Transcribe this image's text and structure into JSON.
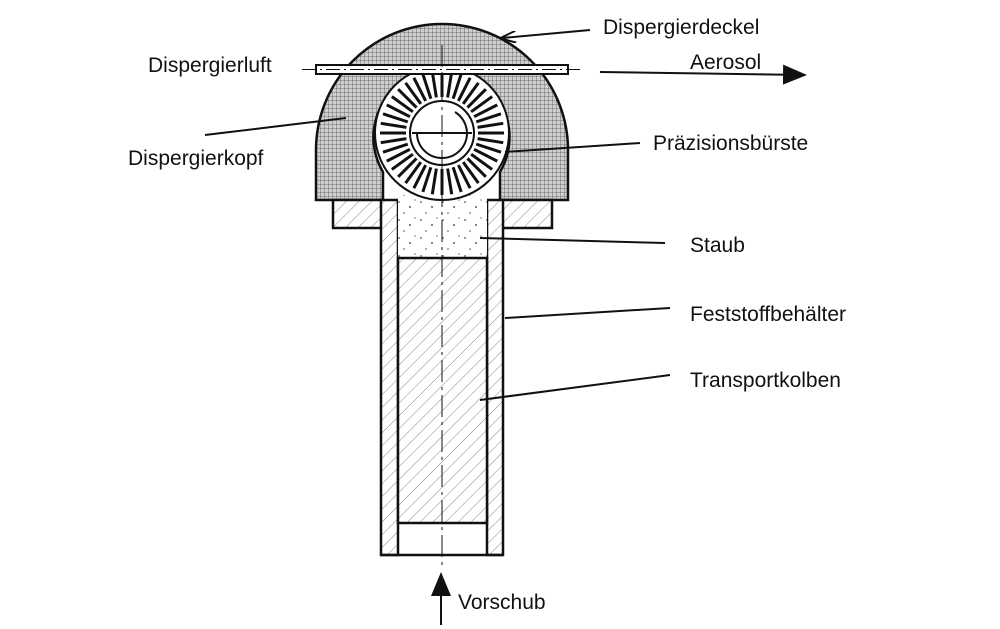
{
  "labels": {
    "dispergierdeckel": "Dispergierdeckel",
    "aerosol": "Aerosol",
    "dispergierluft": "Dispergierluft",
    "dispergierkopf": "Dispergierkopf",
    "praezisionsbuerste": "Präzisionsbürste",
    "staub": "Staub",
    "feststoffbehaelter": "Feststoffbehälter",
    "transportkolben": "Transportkolben",
    "vorschub": "Vorschub"
  }
}
